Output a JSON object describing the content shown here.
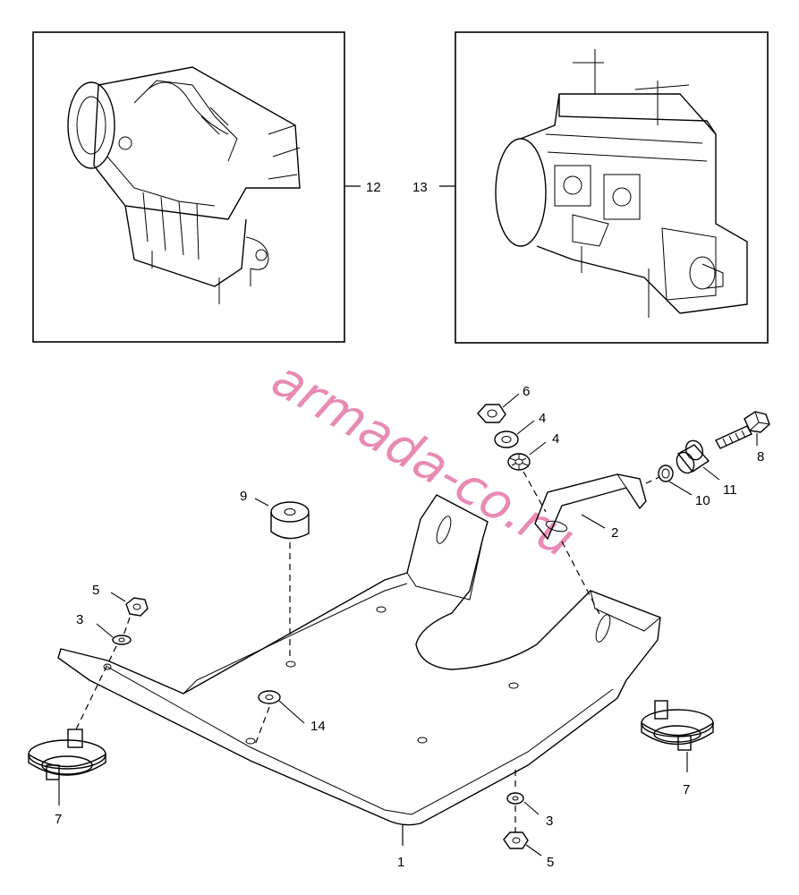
{
  "watermark": "armada-co.ru",
  "callouts": {
    "c12": "12",
    "c13": "13",
    "c6": "6",
    "c4a": "4",
    "c4b": "4",
    "c8": "8",
    "c11": "11",
    "c10": "10",
    "c2": "2",
    "c9": "9",
    "c5a": "5",
    "c3a": "3",
    "c14": "14",
    "c7a": "7",
    "c7b": "7",
    "c3b": "3",
    "c5b": "5",
    "c1": "1"
  }
}
